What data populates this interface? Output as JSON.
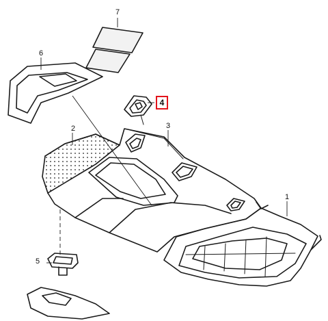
{
  "diagram": {
    "callouts": [
      {
        "id": "c1",
        "label": "1"
      },
      {
        "id": "c2",
        "label": "2"
      },
      {
        "id": "c3",
        "label": "3"
      },
      {
        "id": "c4",
        "label": "4",
        "highlighted": true
      },
      {
        "id": "c5",
        "label": "5"
      },
      {
        "id": "c6",
        "label": "6"
      },
      {
        "id": "c7",
        "label": "7"
      }
    ],
    "colors": {
      "line": "#1a1a1a",
      "highlight_border": "#e3141b",
      "background": "#ffffff"
    }
  }
}
